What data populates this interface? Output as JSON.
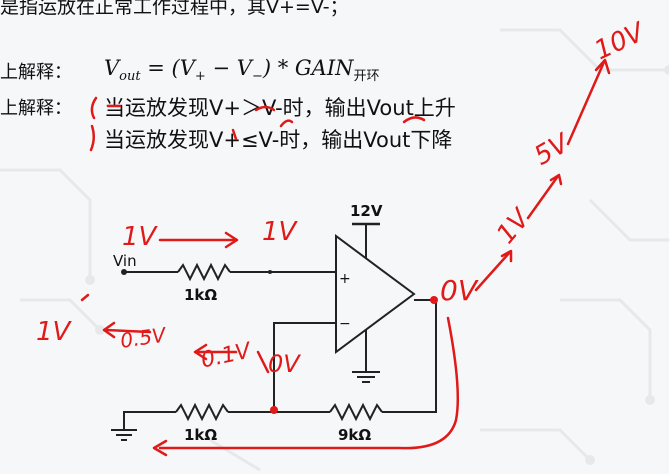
{
  "text": {
    "top_line": "是指运放在正常工作过程中，其V+=V-；",
    "label_1": "上解释：",
    "label_2": "上解释：",
    "formula_main": "V",
    "formula_out": "out",
    "formula_eq": " = (V",
    "formula_plus": "+",
    "formula_minus_v": " − V",
    "formula_minus": "−",
    "formula_gain": ") * GAIN",
    "formula_gain_sub": "开环",
    "rule_rise": "当运放发现V+＞V-时，输出Vout上升",
    "rule_fall": "当运放发现V+≤V-时，输出Vout下降"
  },
  "circuit": {
    "supply_label": "12V",
    "input_label": "Vin",
    "r_in_label": "1kΩ",
    "r_gnd_label": "1kΩ",
    "r_fb_label": "9kΩ",
    "plus_sign": "+",
    "minus_sign": "−"
  },
  "annotations": {
    "vin_1v": "1V",
    "plus_1v": "1V",
    "out_0v": "0V",
    "out_1v": "1V",
    "out_5v": "5V",
    "out_10v": "10V",
    "minus_0v": "0V",
    "minus_01v": "0.1V",
    "minus_05v": "0.5V",
    "minus_1v": "1V"
  },
  "colors": {
    "ink": "#e01919",
    "wire": "#222222",
    "text": "#111111"
  }
}
